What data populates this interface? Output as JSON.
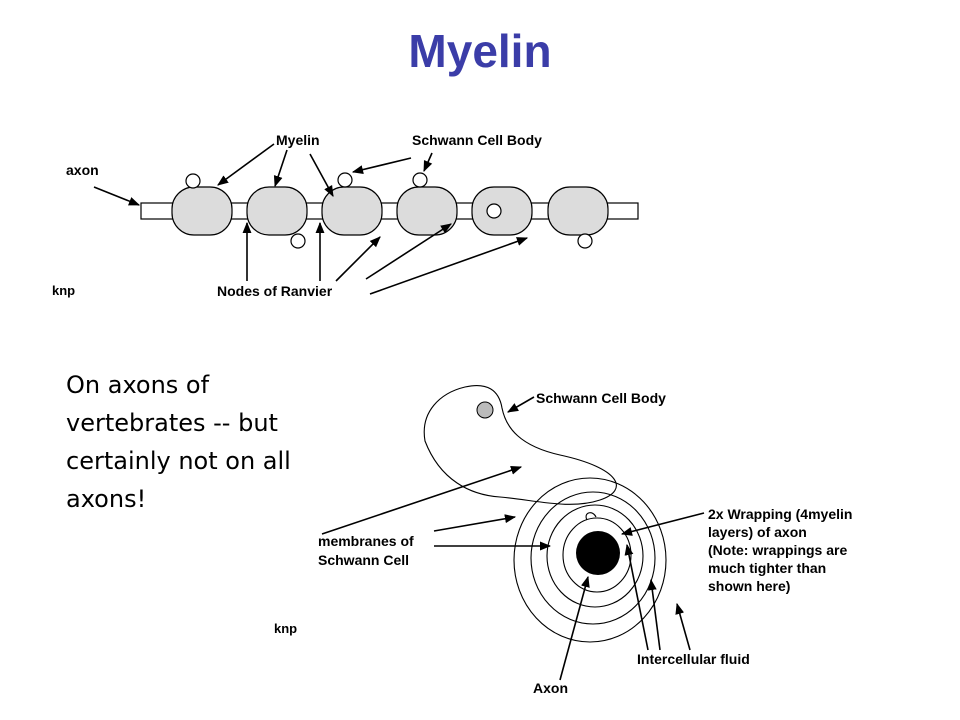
{
  "slide": {
    "title": "Myelin",
    "body_text": "On axons of vertebrates -- but certainly not on all axons!"
  },
  "diagram_top": {
    "labels": {
      "axon": "axon",
      "myelin": "Myelin",
      "schwann_cell_body": "Schwann Cell Body",
      "nodes_of_ranvier": "Nodes of Ranvier",
      "credit": "knp"
    }
  },
  "diagram_bottom": {
    "labels": {
      "schwann_cell_body": "Schwann Cell Body",
      "membranes_line1": "membranes of",
      "membranes_line2": "Schwann Cell",
      "wrapping_line1": "2x Wrapping (4myelin",
      "wrapping_line2": "layers) of axon",
      "wrapping_line3": "(Note: wrappings are",
      "wrapping_line4": "much tighter than",
      "wrapping_line5": "shown here)",
      "intercellular_fluid": "Intercellular fluid",
      "axon": "Axon",
      "credit": "knp"
    }
  },
  "colors": {
    "title": "#3b3da8",
    "cell_fill": "#dcdcdc",
    "nucleus_fill": "#bbbbbb"
  }
}
